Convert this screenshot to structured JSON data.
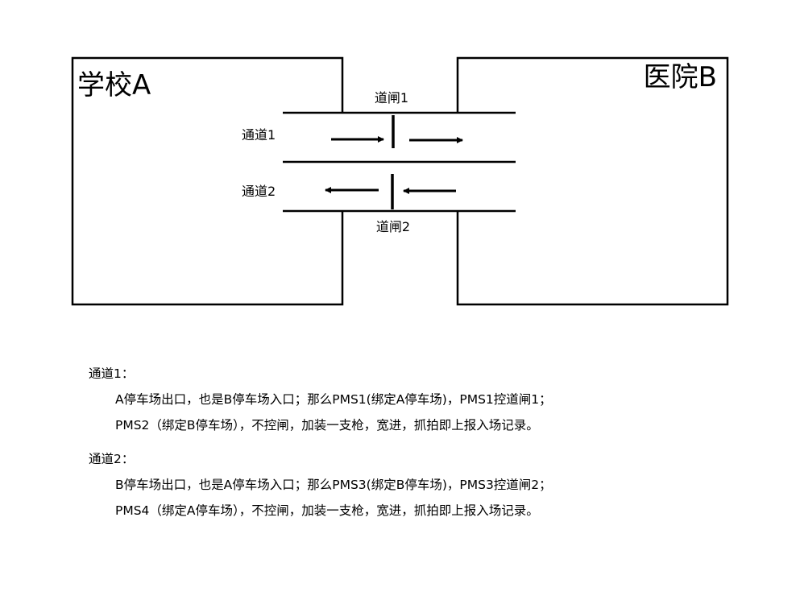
{
  "diagram": {
    "school_label": "学校A",
    "hospital_label": "医院B",
    "channel1_label": "通道1",
    "channel2_label": "通道2",
    "gate1_label": "道闸1",
    "gate2_label": "道闸2"
  },
  "notes": {
    "channel1": {
      "heading": "通道1：",
      "line1": "A停车场出口，也是B停车场入口；那么PMS1(绑定A停车场)，PMS1控道闸1；",
      "line2": "PMS2（绑定B停车场），不控闸，加装一支枪，宽进，抓拍即上报入场记录。"
    },
    "channel2": {
      "heading": "通道2：",
      "line1": "B停车场出口，也是A停车场入口；那么PMS3(绑定B停车场)，PMS3控道闸2；",
      "line2": "PMS4（绑定A停车场），不控闸，加装一支枪，宽进，抓拍即上报入场记录。"
    }
  }
}
